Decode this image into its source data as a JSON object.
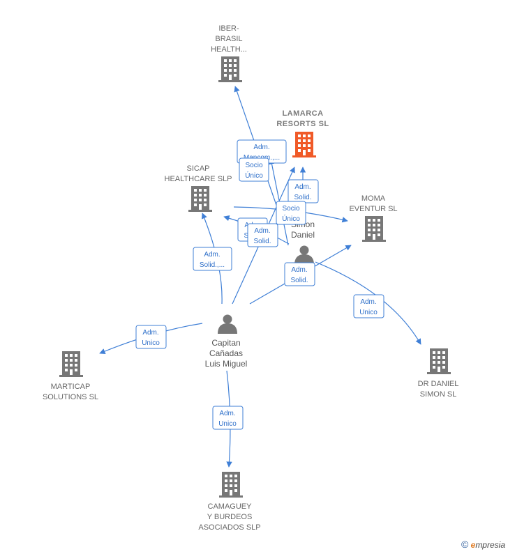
{
  "nodes": {
    "iber_brasil": {
      "lines": [
        "IBER-",
        "BRASIL",
        "HEALTH..."
      ]
    },
    "lamarca": {
      "lines": [
        "LAMARCA",
        "RESORTS  SL"
      ]
    },
    "sicap": {
      "lines": [
        "SICAP",
        "HEALTHCARE SLP"
      ]
    },
    "moma": {
      "lines": [
        "MOMA",
        "EVENTUR  SL"
      ]
    },
    "marticap": {
      "lines": [
        "MARTICAP",
        "SOLUTIONS SL"
      ]
    },
    "dr_daniel": {
      "lines": [
        "DR DANIEL",
        "SIMON SL"
      ]
    },
    "camaguey": {
      "lines": [
        "CAMAGUEY",
        "Y BURDEOS",
        "ASOCIADOS SLP"
      ]
    },
    "capitan": {
      "lines": [
        "Capitan",
        "Cañadas",
        "Luis Miguel"
      ]
    },
    "simon": {
      "lines": [
        "Simon",
        "Daniel"
      ]
    }
  },
  "edges": {
    "e1": [
      "Adm.",
      "Mancom.,..."
    ],
    "e2": [
      "Socio",
      "Único"
    ],
    "e3": [
      "Adm.",
      "Solid."
    ],
    "e4": [
      "Socio",
      "Único"
    ],
    "e5": [
      "Adm.",
      "Solid."
    ],
    "e6": [
      "Adm.",
      "Solid."
    ],
    "e7": [
      "Adm.",
      "Solid.,..."
    ],
    "e8": [
      "Adm.",
      "Solid."
    ],
    "e9": [
      "Adm.",
      "Unico"
    ],
    "e10": [
      "Adm.",
      "Unico"
    ],
    "e11": [
      "Adm.",
      "Unico"
    ]
  },
  "footer": {
    "copyright": "©",
    "brand_e": "e",
    "brand_rest": "mpresia"
  },
  "colors": {
    "edge": "#3f7fd6",
    "building": "#777777",
    "building_highlight": "#f05a28",
    "person": "#777777"
  }
}
